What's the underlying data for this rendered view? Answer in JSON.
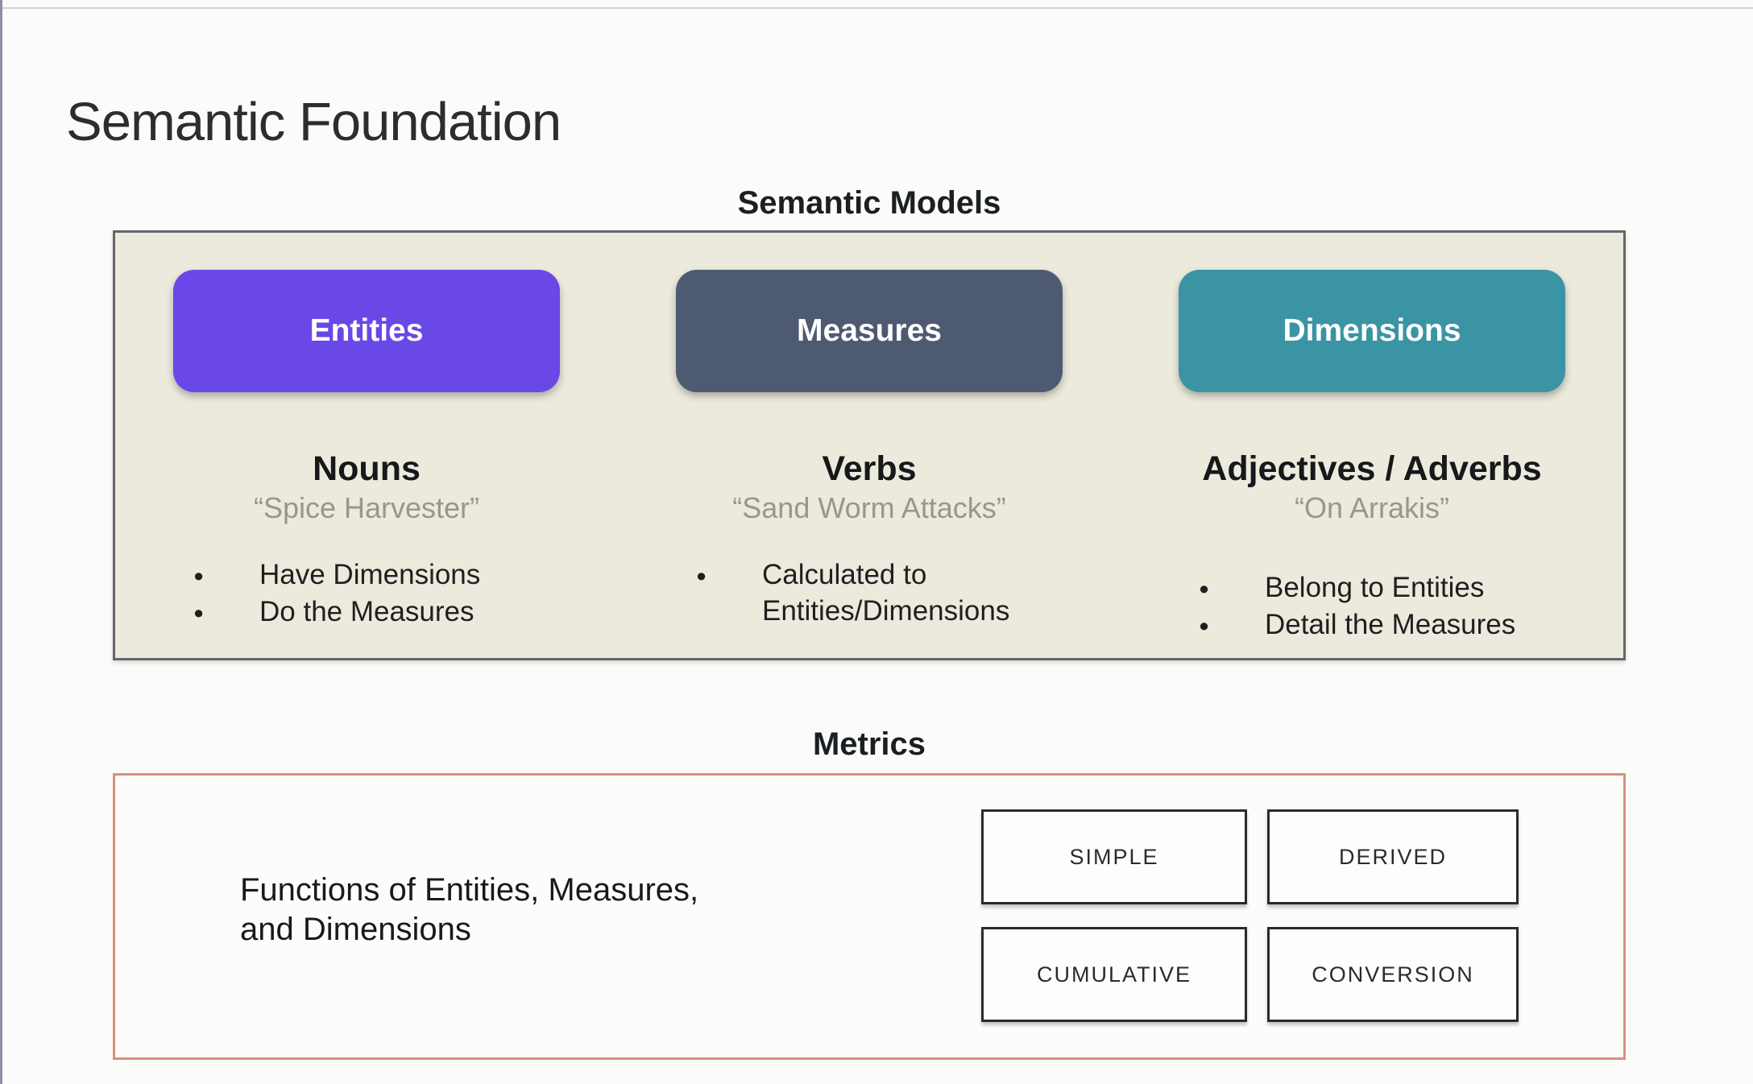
{
  "slide": {
    "title": "Semantic Foundation"
  },
  "semantic_models": {
    "heading": "Semantic Models",
    "columns": [
      {
        "name": "Entities",
        "color": "#6a48e8",
        "part_of_speech": "Nouns",
        "example": "“Spice Harvester”",
        "bullets": [
          "Have Dimensions",
          "Do the Measures"
        ]
      },
      {
        "name": "Measures",
        "color": "#4d5a71",
        "part_of_speech": "Verbs",
        "example": "“Sand Worm Attacks”",
        "bullets": [
          "Calculated to Entities/Dimensions"
        ]
      },
      {
        "name": "Dimensions",
        "color": "#3b94a4",
        "part_of_speech": "Adjectives / Adverbs",
        "example": "“On Arrakis”",
        "bullets": [
          "Belong to Entities",
          "Detail the Measures"
        ]
      }
    ]
  },
  "metrics": {
    "heading": "Metrics",
    "description": "Functions of Entities, Measures,\nand Dimensions",
    "types": [
      "SIMPLE",
      "DERIVED",
      "CUMULATIVE",
      "CONVERSION"
    ]
  },
  "colors": {
    "entities_fill": "#6a48e8",
    "measures_fill": "#4d5a71",
    "dimensions_fill": "#3b94a4",
    "panel_background": "#eceadd",
    "panel_border": "#63666b",
    "metrics_border": "#d8907a"
  }
}
